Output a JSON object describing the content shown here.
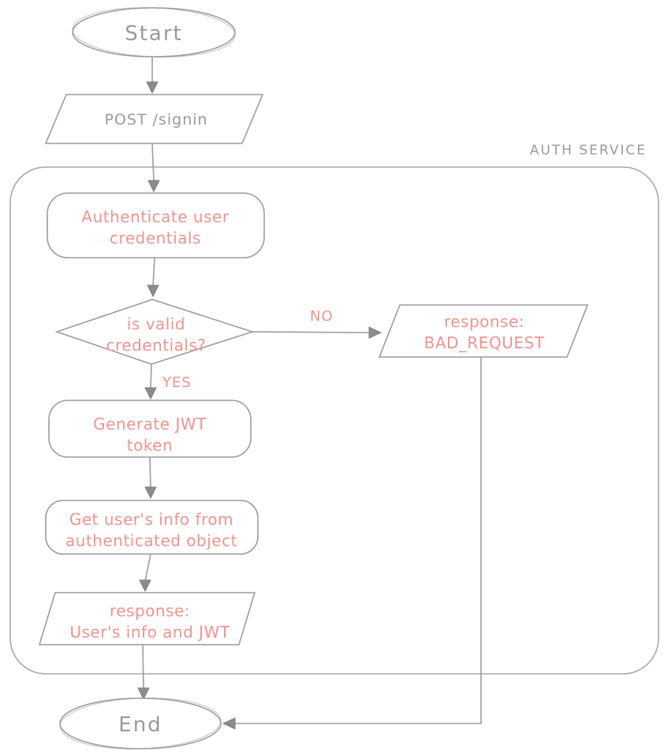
{
  "diagram": {
    "title": "AUTH SERVICE",
    "colors": {
      "stroke": "#9c9c9c",
      "gray_text": "#9a9a9a",
      "accent_text": "#f0948f",
      "arrowhead": "#8c8c8c",
      "background": "#ffffff"
    },
    "nodes": {
      "start": {
        "type": "terminator",
        "label": "Start"
      },
      "post_signin": {
        "type": "input-parallelogram",
        "label": "POST /signin"
      },
      "authenticate": {
        "type": "process",
        "line1": "Authenticate user",
        "line2": "credentials"
      },
      "is_valid": {
        "type": "decision",
        "line1": "is valid",
        "line2": "credentials?"
      },
      "bad_request": {
        "type": "output-parallelogram",
        "line1": "response:",
        "line2": "BAD_REQUEST"
      },
      "generate_jwt": {
        "type": "process",
        "line1": "Generate JWT",
        "line2": "token"
      },
      "get_user_info": {
        "type": "process",
        "line1": "Get user's info from",
        "line2": "authenticated object"
      },
      "response_ok": {
        "type": "output-parallelogram",
        "line1": "response:",
        "line2": "User's info and JWT"
      },
      "end": {
        "type": "terminator",
        "label": "End"
      }
    },
    "edge_labels": {
      "no": "NO",
      "yes": "YES"
    }
  }
}
